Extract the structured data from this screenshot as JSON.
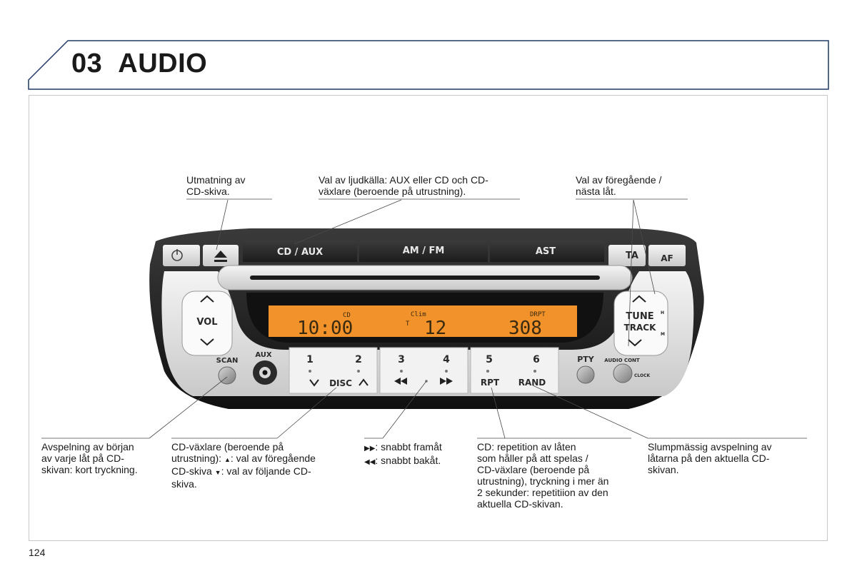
{
  "header": {
    "section_number": "03",
    "section_title": "AUDIO",
    "accent_color": "#1f3864"
  },
  "page_number": "124",
  "callouts": {
    "eject": "Utmatning av\nCD-skiva.",
    "source": "Val av ljudkälla: AUX eller CD och CD-\nväxlare (beroende på utrustning).",
    "track": "Val av föregående /\nnästa låt.",
    "scan": "Avspelning av början\nav varje låt på CD-\nskivan: kort tryckning.",
    "disc_1": "CD-växlare (beroende på\nutrustning): ",
    "disc_2": ": val av föregående\nCD-skiva ",
    "disc_3": ": val av följande CD-\nskiva.",
    "ff": ": snabbt framåt",
    "rew": ": snabbt bakåt.",
    "rpt": "CD: repetition av låten\nsom håller på att spelas /\nCD-växlare (beroende på\nutrustning), tryckning i mer än\n2 sekunder: repetitiion av den\naktuella CD-skivan.",
    "rand": "Slumpmässig avspelning av\nlåtarna på den aktuella CD-\nskivan."
  },
  "radio": {
    "buttons": {
      "cd_aux": "CD / AUX",
      "am_fm": "AM / FM",
      "ast": "AST",
      "ta": "TA",
      "af": "AF",
      "vol": "VOL",
      "tune": "TUNE",
      "track": "TRACK",
      "scan": "SCAN",
      "aux": "AUX",
      "pty": "PTY",
      "audio_cont": "AUDIO CONT",
      "clock": "CLOCK",
      "n1": "1",
      "n2": "2",
      "n3": "3",
      "n4": "4",
      "n5": "5",
      "n6": "6",
      "disc": "DISC",
      "rpt": "RPT",
      "rand": "RAND",
      "h": "H",
      "m": "M"
    },
    "display": {
      "time": "10:00",
      "cd_ind": "CD",
      "clim": "Clim",
      "t": "T",
      "temp": "12",
      "drpt": "DRPT",
      "track": "308",
      "color": "#f2922a"
    }
  }
}
